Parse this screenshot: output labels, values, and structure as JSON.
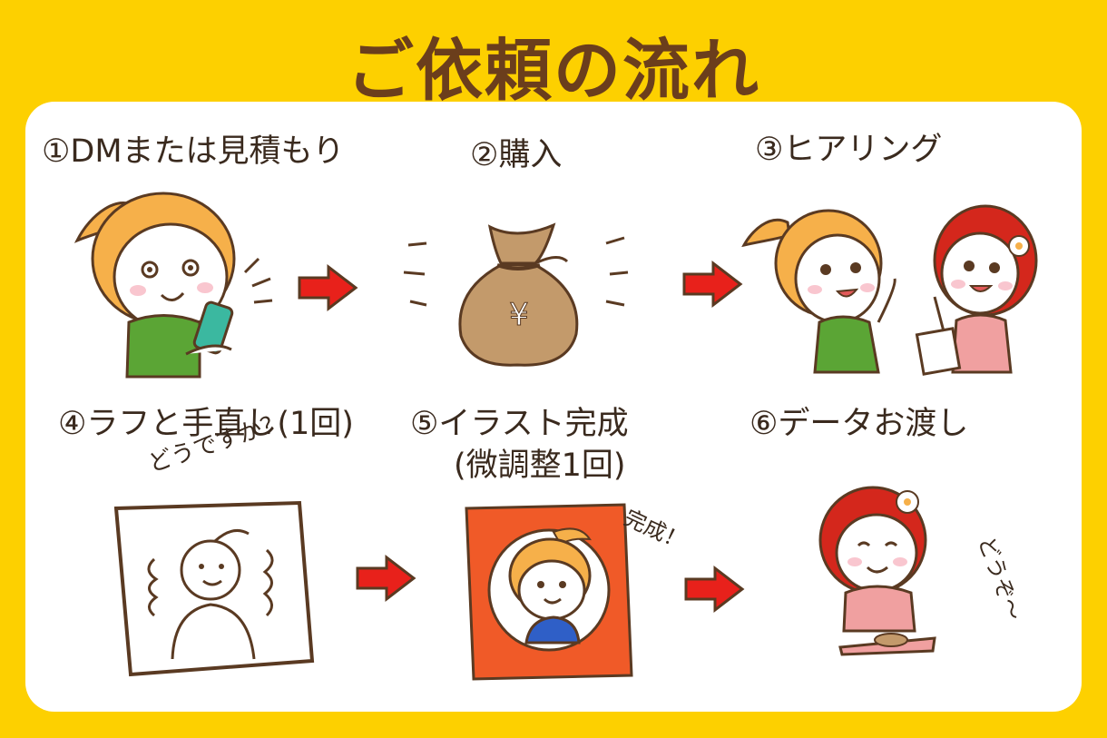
{
  "title": "ご依頼の流れ",
  "colors": {
    "background": "#FDD000",
    "panel": "#FFFFFF",
    "title_text": "#6B3E1C",
    "label_text": "#3A2A1E",
    "arrow": "#E8211B",
    "line": "#5A3A22"
  },
  "steps": [
    {
      "label": "①DMまたは見積もり"
    },
    {
      "label": "②購入",
      "bag_symbol": "¥"
    },
    {
      "label": "③ヒアリング"
    },
    {
      "label": "④ラフと手直し(1回)",
      "speech": "どうですか？"
    },
    {
      "label": "⑤イラスト完成",
      "sublabel": "(微調整1回)",
      "note": "完成！"
    },
    {
      "label": "⑥データお渡し",
      "speech": "どうぞ〜"
    }
  ]
}
